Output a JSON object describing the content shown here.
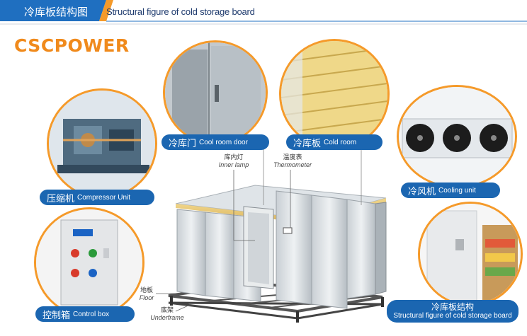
{
  "header": {
    "title_cn": "冷库板结构图",
    "title_en": "Structural figure of cold storage board"
  },
  "brand": {
    "logo_text": "CSCPOWER"
  },
  "labels": {
    "cool_room_door": {
      "cn": "冷库门",
      "en": "Cool room door"
    },
    "cold_room": {
      "cn": "冷库板",
      "en": "Cold room"
    },
    "compressor": {
      "cn": "压缩机",
      "en": "Compressor Unit"
    },
    "cooling_unit": {
      "cn": "冷风机",
      "en": "Cooling unit"
    },
    "control_box": {
      "cn": "控制箱",
      "en": "Control box"
    },
    "board_structure": {
      "cn": "冷库板结构",
      "en": "Structural figure of cold storage board"
    }
  },
  "annotations": {
    "inner_lamp": {
      "cn": "库内灯",
      "en": "Inner lamp"
    },
    "thermometer": {
      "cn": "温度表",
      "en": "Thermometer"
    },
    "floor": {
      "cn": "地板",
      "en": "Floor"
    },
    "underframe": {
      "cn": "底架",
      "en": "Underframe"
    }
  },
  "colors": {
    "accent_orange": "#f59a2a",
    "label_blue": "#1b66b1",
    "header_blue": "#1f6fc0",
    "logo_orange": "#f08a1c"
  }
}
